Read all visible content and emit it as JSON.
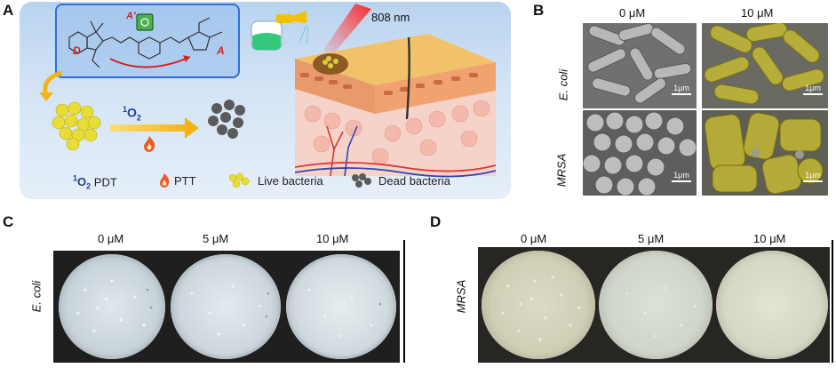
{
  "panels": {
    "A": {
      "letter": "A",
      "wavelength": "808 nm",
      "donor_label": "D",
      "acceptor_label": "A",
      "acceptor_prime_label": "A'",
      "reaction_label_sup": "1",
      "reaction_label_main": "O",
      "reaction_label_sub": "2",
      "legend": {
        "pdt_sup": "1",
        "pdt_main": "O",
        "pdt_sub": "2",
        "pdt_text": "PDT",
        "ptt_text": "PTT",
        "live_text": "Live bacteria",
        "dead_text": "Dead bacteria"
      }
    },
    "B": {
      "letter": "B",
      "columns": [
        "0 μM",
        "10 μM"
      ],
      "rows": [
        "E. coli",
        "MRSA"
      ],
      "scale": "1μm"
    },
    "C": {
      "letter": "C",
      "organism": "E. coli",
      "columns": [
        "0 μM",
        "5 μM",
        "10 μM"
      ]
    },
    "D": {
      "letter": "D",
      "organism": "MRSA",
      "columns": [
        "0 μM",
        "5 μM",
        "10 μM"
      ]
    }
  }
}
